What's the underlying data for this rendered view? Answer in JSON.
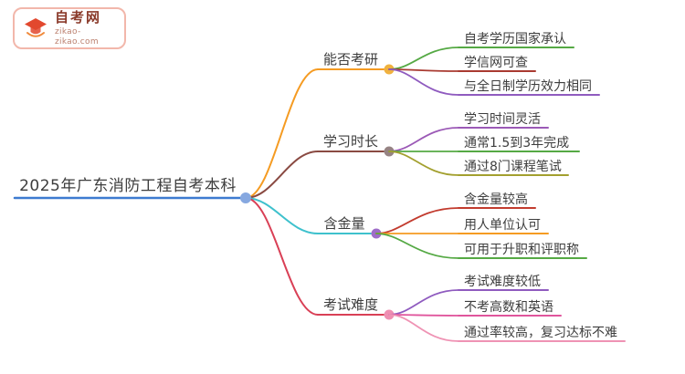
{
  "logo": {
    "title": "自考网",
    "subtitle": "zikao-zikao.com",
    "border_color": "#f2b7ab",
    "title_color": "#8a3a2a",
    "subtitle_color": "#bb7f6d",
    "icon_color": "#e2482e",
    "icon_accent": "#f08a3c"
  },
  "root": {
    "label": "2025年广东消防工程自考本科",
    "color": "#3d7bd0",
    "node_color": "#86a8e0"
  },
  "branches": [
    {
      "label": "能否考研",
      "color": "#f59b22",
      "node_color": "#f0b13e",
      "children": [
        {
          "label": "自考学历国家承认",
          "color": "#55a944"
        },
        {
          "label": "学信网可查",
          "color": "#a93a31"
        },
        {
          "label": "与全日制学历效力相同",
          "color": "#8f5bbf"
        }
      ]
    },
    {
      "label": "学习时长",
      "color": "#8a4a42",
      "node_color": "#968383",
      "children": [
        {
          "label": "学习时间灵活",
          "color": "#9b59b6"
        },
        {
          "label": "通常1.5到3年完成",
          "color": "#55a944"
        },
        {
          "label": "通过8门课程笔试",
          "color": "#a3a02f"
        }
      ]
    },
    {
      "label": "含金量",
      "color": "#3ec1cd",
      "node_color": "#9e6cc8",
      "children": [
        {
          "label": "含金量较高",
          "color": "#c23b2e"
        },
        {
          "label": "用人单位认可",
          "color": "#f59b22"
        },
        {
          "label": "可用于升职和评职称",
          "color": "#55a944"
        }
      ]
    },
    {
      "label": "考试难度",
      "color": "#d94056",
      "node_color": "#ef8fb2",
      "children": [
        {
          "label": "考试难度较低",
          "color": "#8f5bbf"
        },
        {
          "label": "不考高数和英语",
          "color": "#e0559c"
        },
        {
          "label": "通过率较高，复习达标不难",
          "color": "#ef93b4"
        }
      ]
    }
  ]
}
